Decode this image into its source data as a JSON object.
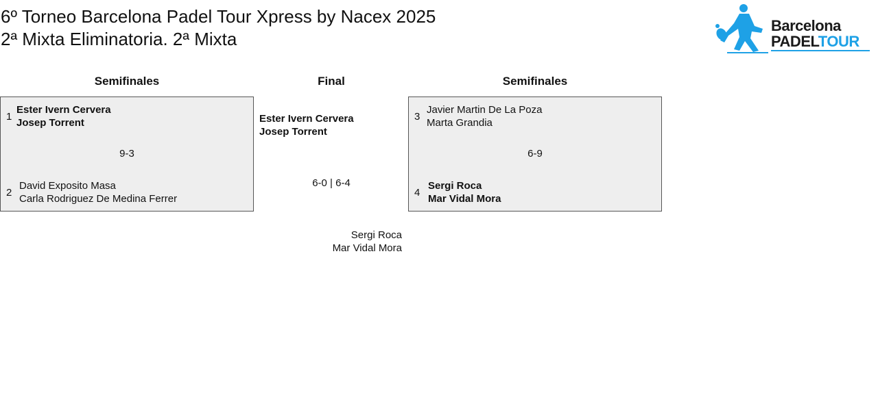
{
  "header": {
    "title": "6º Torneo Barcelona Padel Tour Xpress by Nacex 2025",
    "subtitle": "2ª Mixta Eliminatoria. 2ª Mixta"
  },
  "logo": {
    "line1": "Barcelona",
    "line2a": "PADEL",
    "line2b": "TOUR",
    "accent_color": "#1ea1e6"
  },
  "rounds": {
    "left": "Semifinales",
    "middle": "Final",
    "right": "Semifinales"
  },
  "semifinal_left": {
    "team1": {
      "seed": "1",
      "player1": "Ester Ivern Cervera",
      "player2": "Josep Torrent",
      "winner": true
    },
    "team2": {
      "seed": "2",
      "player1": "David Exposito Masa",
      "player2": "Carla Rodriguez De Medina Ferrer",
      "winner": false
    },
    "score": "9-3"
  },
  "semifinal_right": {
    "team1": {
      "seed": "3",
      "player1": "Javier Martin De La Poza",
      "player2": "Marta Grandia",
      "winner": false
    },
    "team2": {
      "seed": "4",
      "player1": "Sergi Roca",
      "player2": "Mar Vidal Mora",
      "winner": true
    },
    "score": "6-9"
  },
  "final": {
    "winner": {
      "player1": "Ester Ivern Cervera",
      "player2": "Josep Torrent"
    },
    "score": "6-0 | 6-4",
    "runner_up": {
      "player1": "Sergi Roca",
      "player2": "Mar Vidal Mora"
    }
  },
  "colors": {
    "box_bg": "#eeeeee",
    "box_border": "#555555",
    "brand_blue": "#1ea1e6"
  }
}
